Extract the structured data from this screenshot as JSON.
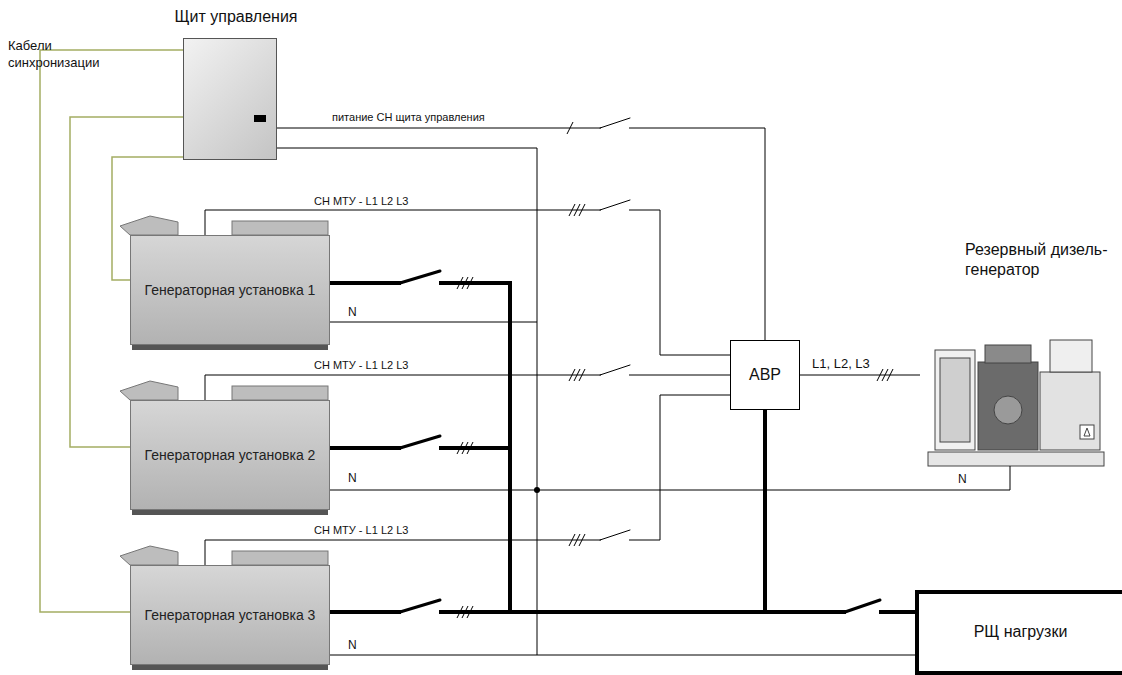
{
  "diagram": {
    "nodes": [
      {
        "text": [
          "Щит управления"
        ]
      },
      {
        "text": [
          "Генераторная установка 1"
        ]
      },
      {
        "text": [
          "Генераторная установка 2"
        ]
      },
      {
        "text": [
          "Генераторная установка 3"
        ]
      },
      {
        "text": [
          "АВР"
        ]
      },
      {
        "text": [
          "Резервный дизель-генератор"
        ]
      },
      {
        "text": [
          "РЩ нагрузки"
        ]
      }
    ],
    "edges": [
      {
        "from": 0,
        "to": 1,
        "arrow": "none"
      },
      {
        "from": 0,
        "to": 2,
        "arrow": "none"
      },
      {
        "from": 0,
        "to": 3,
        "arrow": "none"
      },
      {
        "from": 0,
        "to": 4,
        "label": "питание СН щита управления",
        "arrow": "none"
      },
      {
        "from": 1,
        "to": 4,
        "label": "СН МТУ - L1 L2 L3",
        "arrow": "none"
      },
      {
        "from": 2,
        "to": 4,
        "label": "СН МТУ - L1 L2 L3",
        "arrow": "none"
      },
      {
        "from": 3,
        "to": 4,
        "label": "СН МТУ - L1 L2 L3",
        "arrow": "none"
      },
      {
        "from": 4,
        "to": 5,
        "label": "L1, L2, L3",
        "arrow": "none"
      },
      {
        "from": 1,
        "to": 6,
        "arrow": "none"
      },
      {
        "from": 2,
        "to": 6,
        "arrow": "none"
      },
      {
        "from": 3,
        "to": 6,
        "arrow": "none"
      },
      {
        "from": 4,
        "to": 6,
        "arrow": "none"
      }
    ],
    "labels": [
      "Кабели синхронизации",
      "N",
      "N",
      "N",
      "N"
    ]
  }
}
